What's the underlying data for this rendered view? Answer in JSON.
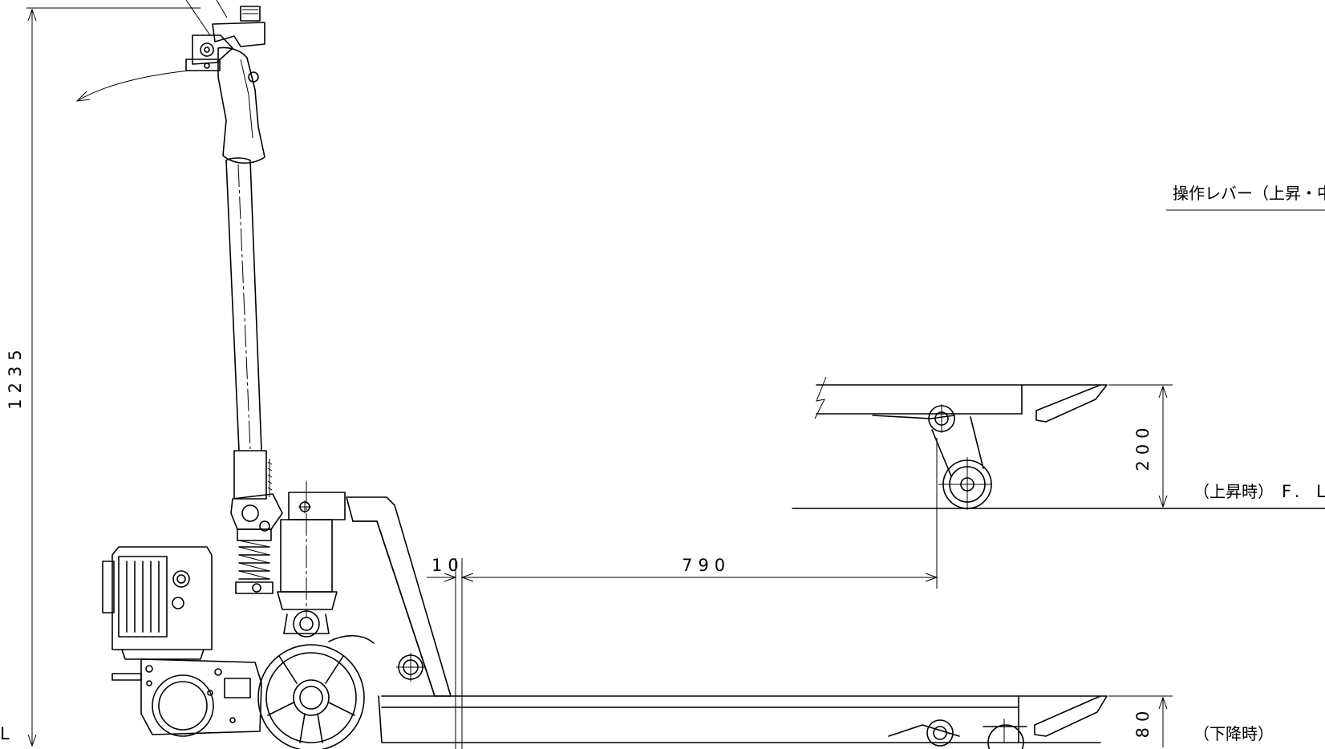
{
  "labels": {
    "lever_note": "操作レバー（上昇・中",
    "raised_state": "（上昇時）",
    "floor_level_raised": "F. L",
    "lowered_state": "（下降時）",
    "floor_level_lowered": "L"
  },
  "dimensions": {
    "overall_height": "1235",
    "gap": "10",
    "wheel_to_tip": "790",
    "lift_raised": "200",
    "fork_height_lowered": "80"
  }
}
